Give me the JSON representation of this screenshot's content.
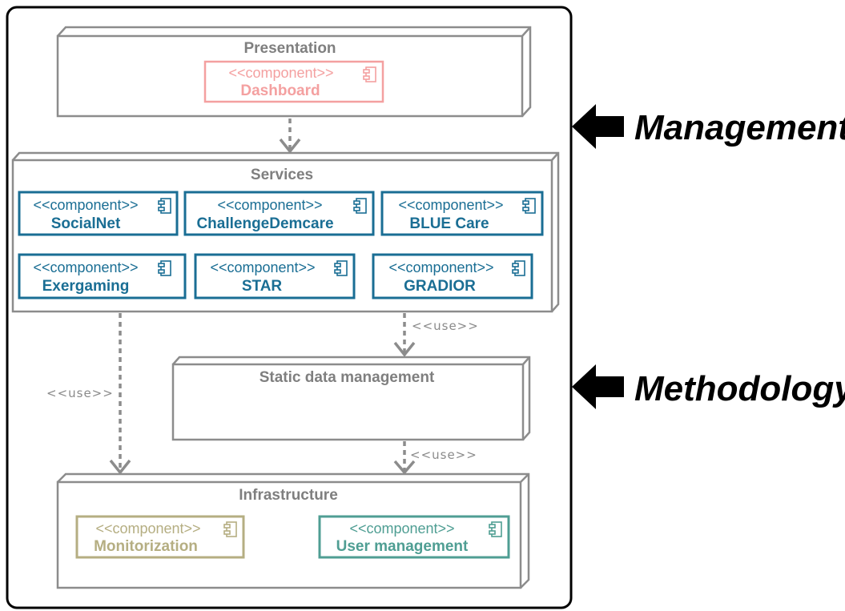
{
  "nodes": {
    "presentation": "Presentation",
    "services": "Services",
    "static_data": "Static data management",
    "infrastructure": "Infrastructure"
  },
  "stereotype": "<<component>>",
  "components": {
    "dashboard": "Dashboard",
    "socialnet": "SocialNet",
    "challengedemcare": "ChallengeDemcare",
    "bluecare": "BLUE Care",
    "exergaming": "Exergaming",
    "star": "STAR",
    "gradior": "GRADIOR",
    "monitorization": "Monitorization",
    "user_management": "User management"
  },
  "dependencies": {
    "use_label": "<<use>>"
  },
  "side_labels": {
    "management": "Management",
    "methodology": "Methodology"
  },
  "colors": {
    "node_gray": "#8c8c8c",
    "presentation_component": "#f4a0a0",
    "services_component": "#1a6e94",
    "monitorization_component": "#b5ae82",
    "user_management_component": "#4f9e93"
  }
}
